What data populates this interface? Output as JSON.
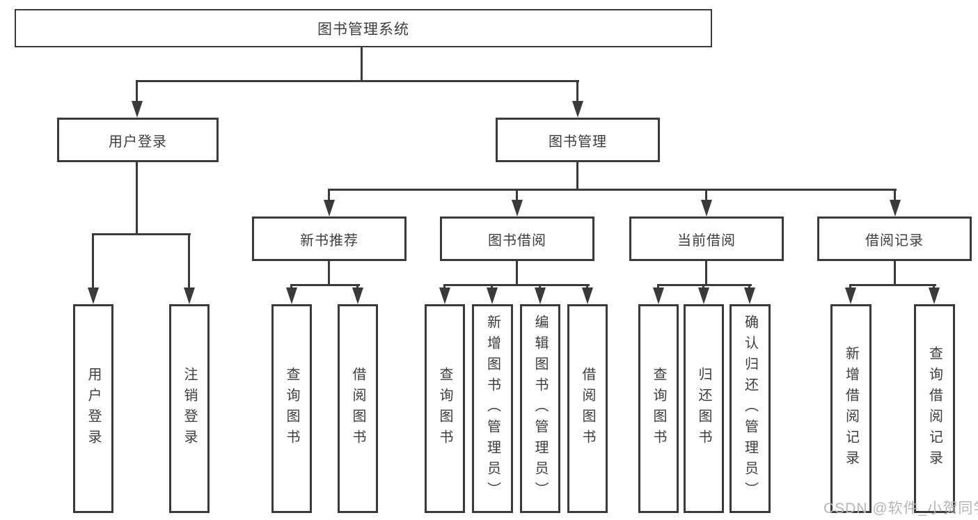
{
  "diagram": {
    "root": {
      "label": "图书管理系统"
    },
    "level2": [
      {
        "label": "用户登录"
      },
      {
        "label": "图书管理"
      }
    ],
    "level3": [
      {
        "label": "新书推荐"
      },
      {
        "label": "图书借阅"
      },
      {
        "label": "当前借阅"
      },
      {
        "label": "借阅记录"
      }
    ],
    "leaves": {
      "user_login": [
        "用户登录",
        "注销登录"
      ],
      "new_book": [
        "查询图书",
        "借阅图书"
      ],
      "borrow": [
        "查询图书",
        "新增图书（管理员）",
        "编辑图书（管理员）",
        "借阅图书"
      ],
      "current": [
        "查询图书",
        "归还图书",
        "确认归还（管理员）"
      ],
      "records": [
        "新增借阅记录",
        "查询借阅记录"
      ]
    }
  },
  "watermark": "CSDN @软件_小贺同学",
  "colors": {
    "line": "#3a3a3a",
    "text": "#3d3d3d",
    "watermark": "#b5b5b5",
    "background": "#ffffff"
  }
}
